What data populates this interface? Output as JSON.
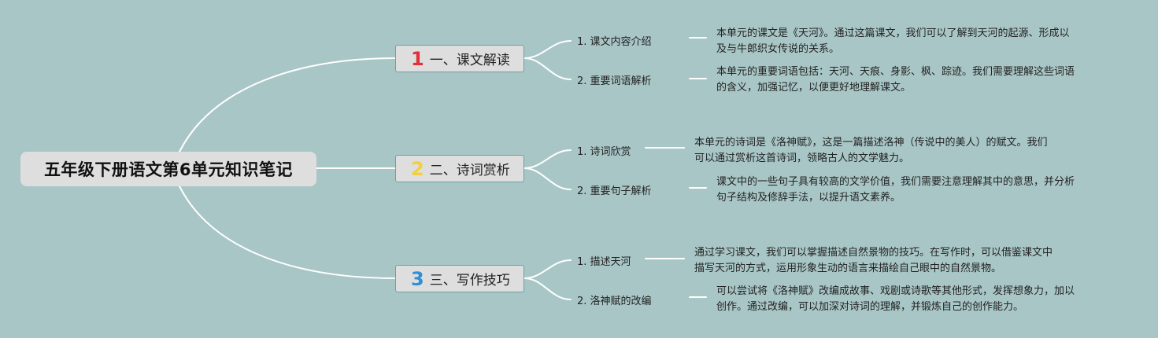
{
  "root": {
    "title": "五年级下册语文第6单元知识笔记"
  },
  "branches": [
    {
      "number": "1",
      "number_color": "#e0303a",
      "label": "一、课文解读",
      "items": [
        {
          "label": "1. 课文内容介绍",
          "desc": [
            "本单元的课文是《天河》。通过这篇课文，我们可以了解到天河的起源、形成以",
            "及与牛郎织女传说的关系。"
          ]
        },
        {
          "label": "2. 重要词语解析",
          "desc": [
            "本单元的重要词语包括：天河、天痕、身影、枫、踪迹。我们需要理解这些词语",
            "的含义，加强记忆，以便更好地理解课文。"
          ]
        }
      ]
    },
    {
      "number": "2",
      "number_color": "#f3cf3c",
      "label": "二、诗词赏析",
      "items": [
        {
          "label": "1. 诗词欣赏",
          "desc": [
            "本单元的诗词是《洛神赋》，这是一篇描述洛神（传说中的美人）的赋文。我们",
            "可以通过赏析这首诗词，领略古人的文学魅力。"
          ]
        },
        {
          "label": "2. 重要句子解析",
          "desc": [
            "课文中的一些句子具有较高的文学价值，我们需要注意理解其中的意思，并分析",
            "句子结构及修辞手法，以提升语文素养。"
          ]
        }
      ]
    },
    {
      "number": "3",
      "number_color": "#2e8fd6",
      "label": "三、写作技巧",
      "items": [
        {
          "label": "1. 描述天河",
          "desc": [
            "通过学习课文，我们可以掌握描述自然景物的技巧。在写作时，可以借鉴课文中",
            "描写天河的方式，运用形象生动的语言来描绘自己眼中的自然景物。"
          ]
        },
        {
          "label": "2. 洛神赋的改编",
          "desc": [
            "可以尝试将《洛神赋》改编成故事、戏剧或诗歌等其他形式，发挥想象力，加以",
            "创作。通过改编，可以加深对诗词的理解，并锻炼自己的创作能力。"
          ]
        }
      ]
    }
  ]
}
